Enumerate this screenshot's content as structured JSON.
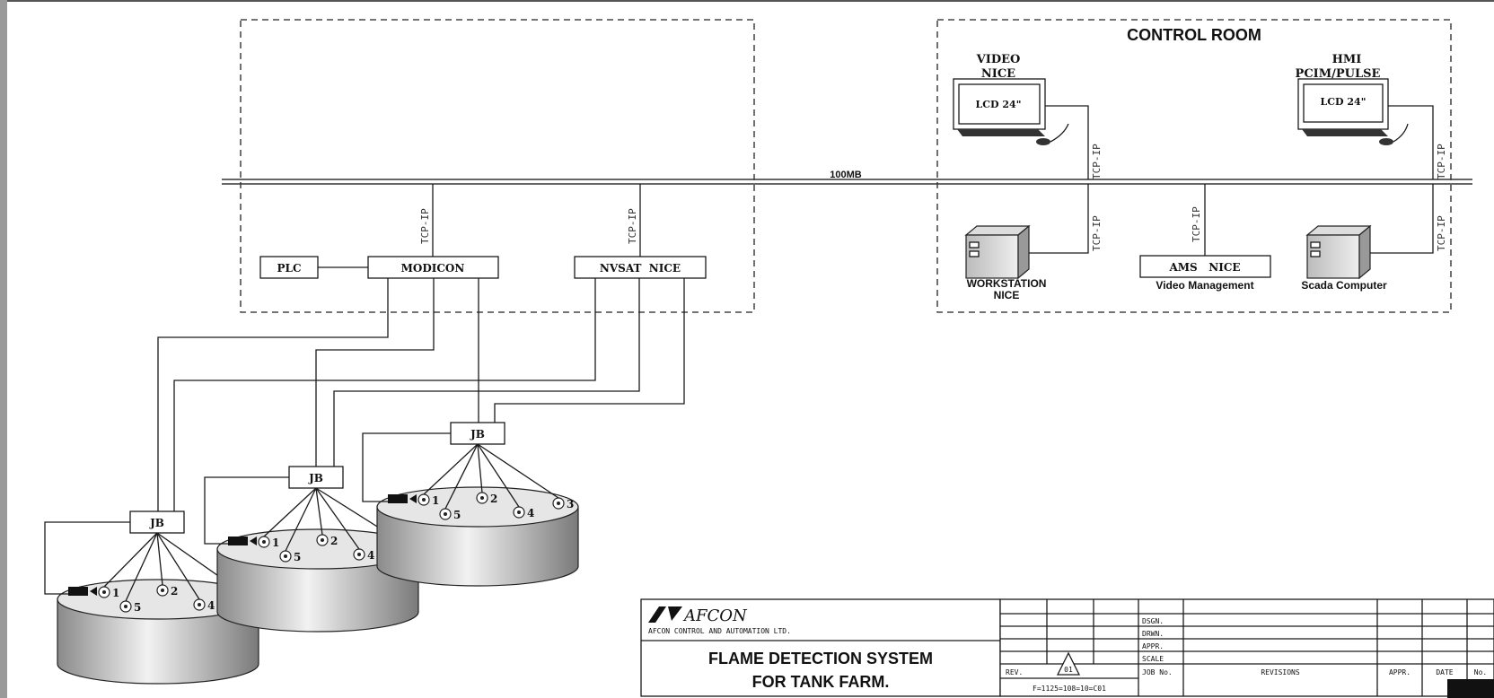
{
  "diagram": {
    "control_room_title": "CONTROL ROOM",
    "bus_label": "100MB",
    "protocol_label": "TCP-IP",
    "video_monitor": {
      "name_line1": "VIDEO",
      "name_line2": "NICE",
      "screen": "LCD 24\""
    },
    "hmi_monitor": {
      "name_line1": "HMI",
      "name_line2": "PCIM/PULSE",
      "screen": "LCD 24\""
    },
    "workstation": {
      "line1": "WORKSTATION",
      "line2": "NICE"
    },
    "ams_box": "AMS   NICE",
    "video_management": "Video Management",
    "scada_computer": "Scada Computer",
    "plc": "PLC",
    "modicon": "MODICON",
    "nvsat": "NVSAT  NICE",
    "jb_label": "JB",
    "detector_numbers": [
      "1",
      "2",
      "3",
      "4",
      "5"
    ]
  },
  "title_block": {
    "logo_text": "AFCON",
    "company": "AFCON CONTROL AND AUTOMATION LTD.",
    "title_line1": "FLAME DETECTION SYSTEM",
    "title_line2": "FOR TANK FARM.",
    "fields": [
      "DSGN.",
      "DRWN.",
      "APPR.",
      "SCALE",
      "JOB No."
    ],
    "rev_label": "REV.",
    "rev_value": "01",
    "drawing_number": "F=1125=108=10=C01",
    "revisions_label": "REVISIONS",
    "appr_label": "APPR.",
    "date_label": "DATE",
    "no_label": "No."
  }
}
